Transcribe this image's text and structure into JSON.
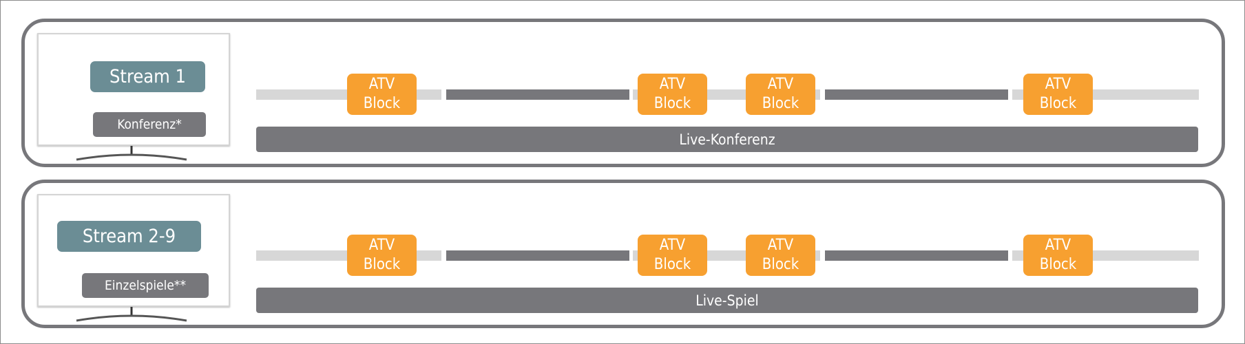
{
  "colors": {
    "stream": "#6b8d95",
    "gray": "#77777b",
    "light": "#d7d7d7",
    "atv": "#f7a030"
  },
  "panels": [
    {
      "stream": "Stream 1",
      "mode": "Konferenz*",
      "live": "Live-Konferenz",
      "atv": [
        {
          "l1": "ATV",
          "l2": "Block"
        },
        {
          "l1": "ATV",
          "l2": "Block"
        },
        {
          "l1": "ATV",
          "l2": "Block"
        },
        {
          "l1": "ATV",
          "l2": "Block"
        }
      ]
    },
    {
      "stream": "Stream 2-9",
      "mode": "Einzelspiele**",
      "live": "Live-Spiel",
      "atv": [
        {
          "l1": "ATV",
          "l2": "Block"
        },
        {
          "l1": "ATV",
          "l2": "Block"
        },
        {
          "l1": "ATV",
          "l2": "Block"
        },
        {
          "l1": "ATV",
          "l2": "Block"
        }
      ]
    }
  ]
}
